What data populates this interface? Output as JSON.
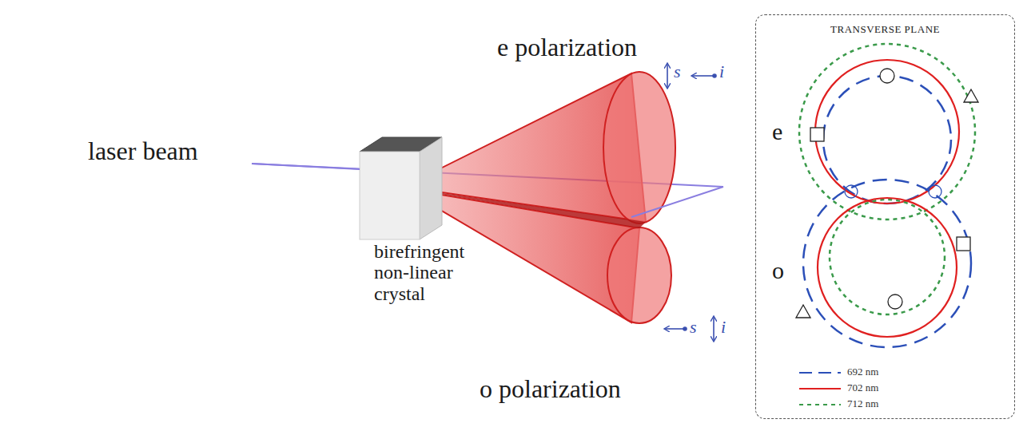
{
  "diagram": {
    "nodes": [
      {
        "text": [
          "TRANSVERSE PLANE"
        ]
      }
    ],
    "labels": [
      "laser beam",
      "birefringent non-linear crystal",
      "e polarization",
      "o polarization",
      "s",
      "i",
      "s",
      "i",
      "e",
      "o"
    ],
    "legend": [
      {
        "text": "692 nm"
      },
      {
        "text": "702 nm"
      },
      {
        "text": "712 nm"
      }
    ]
  }
}
